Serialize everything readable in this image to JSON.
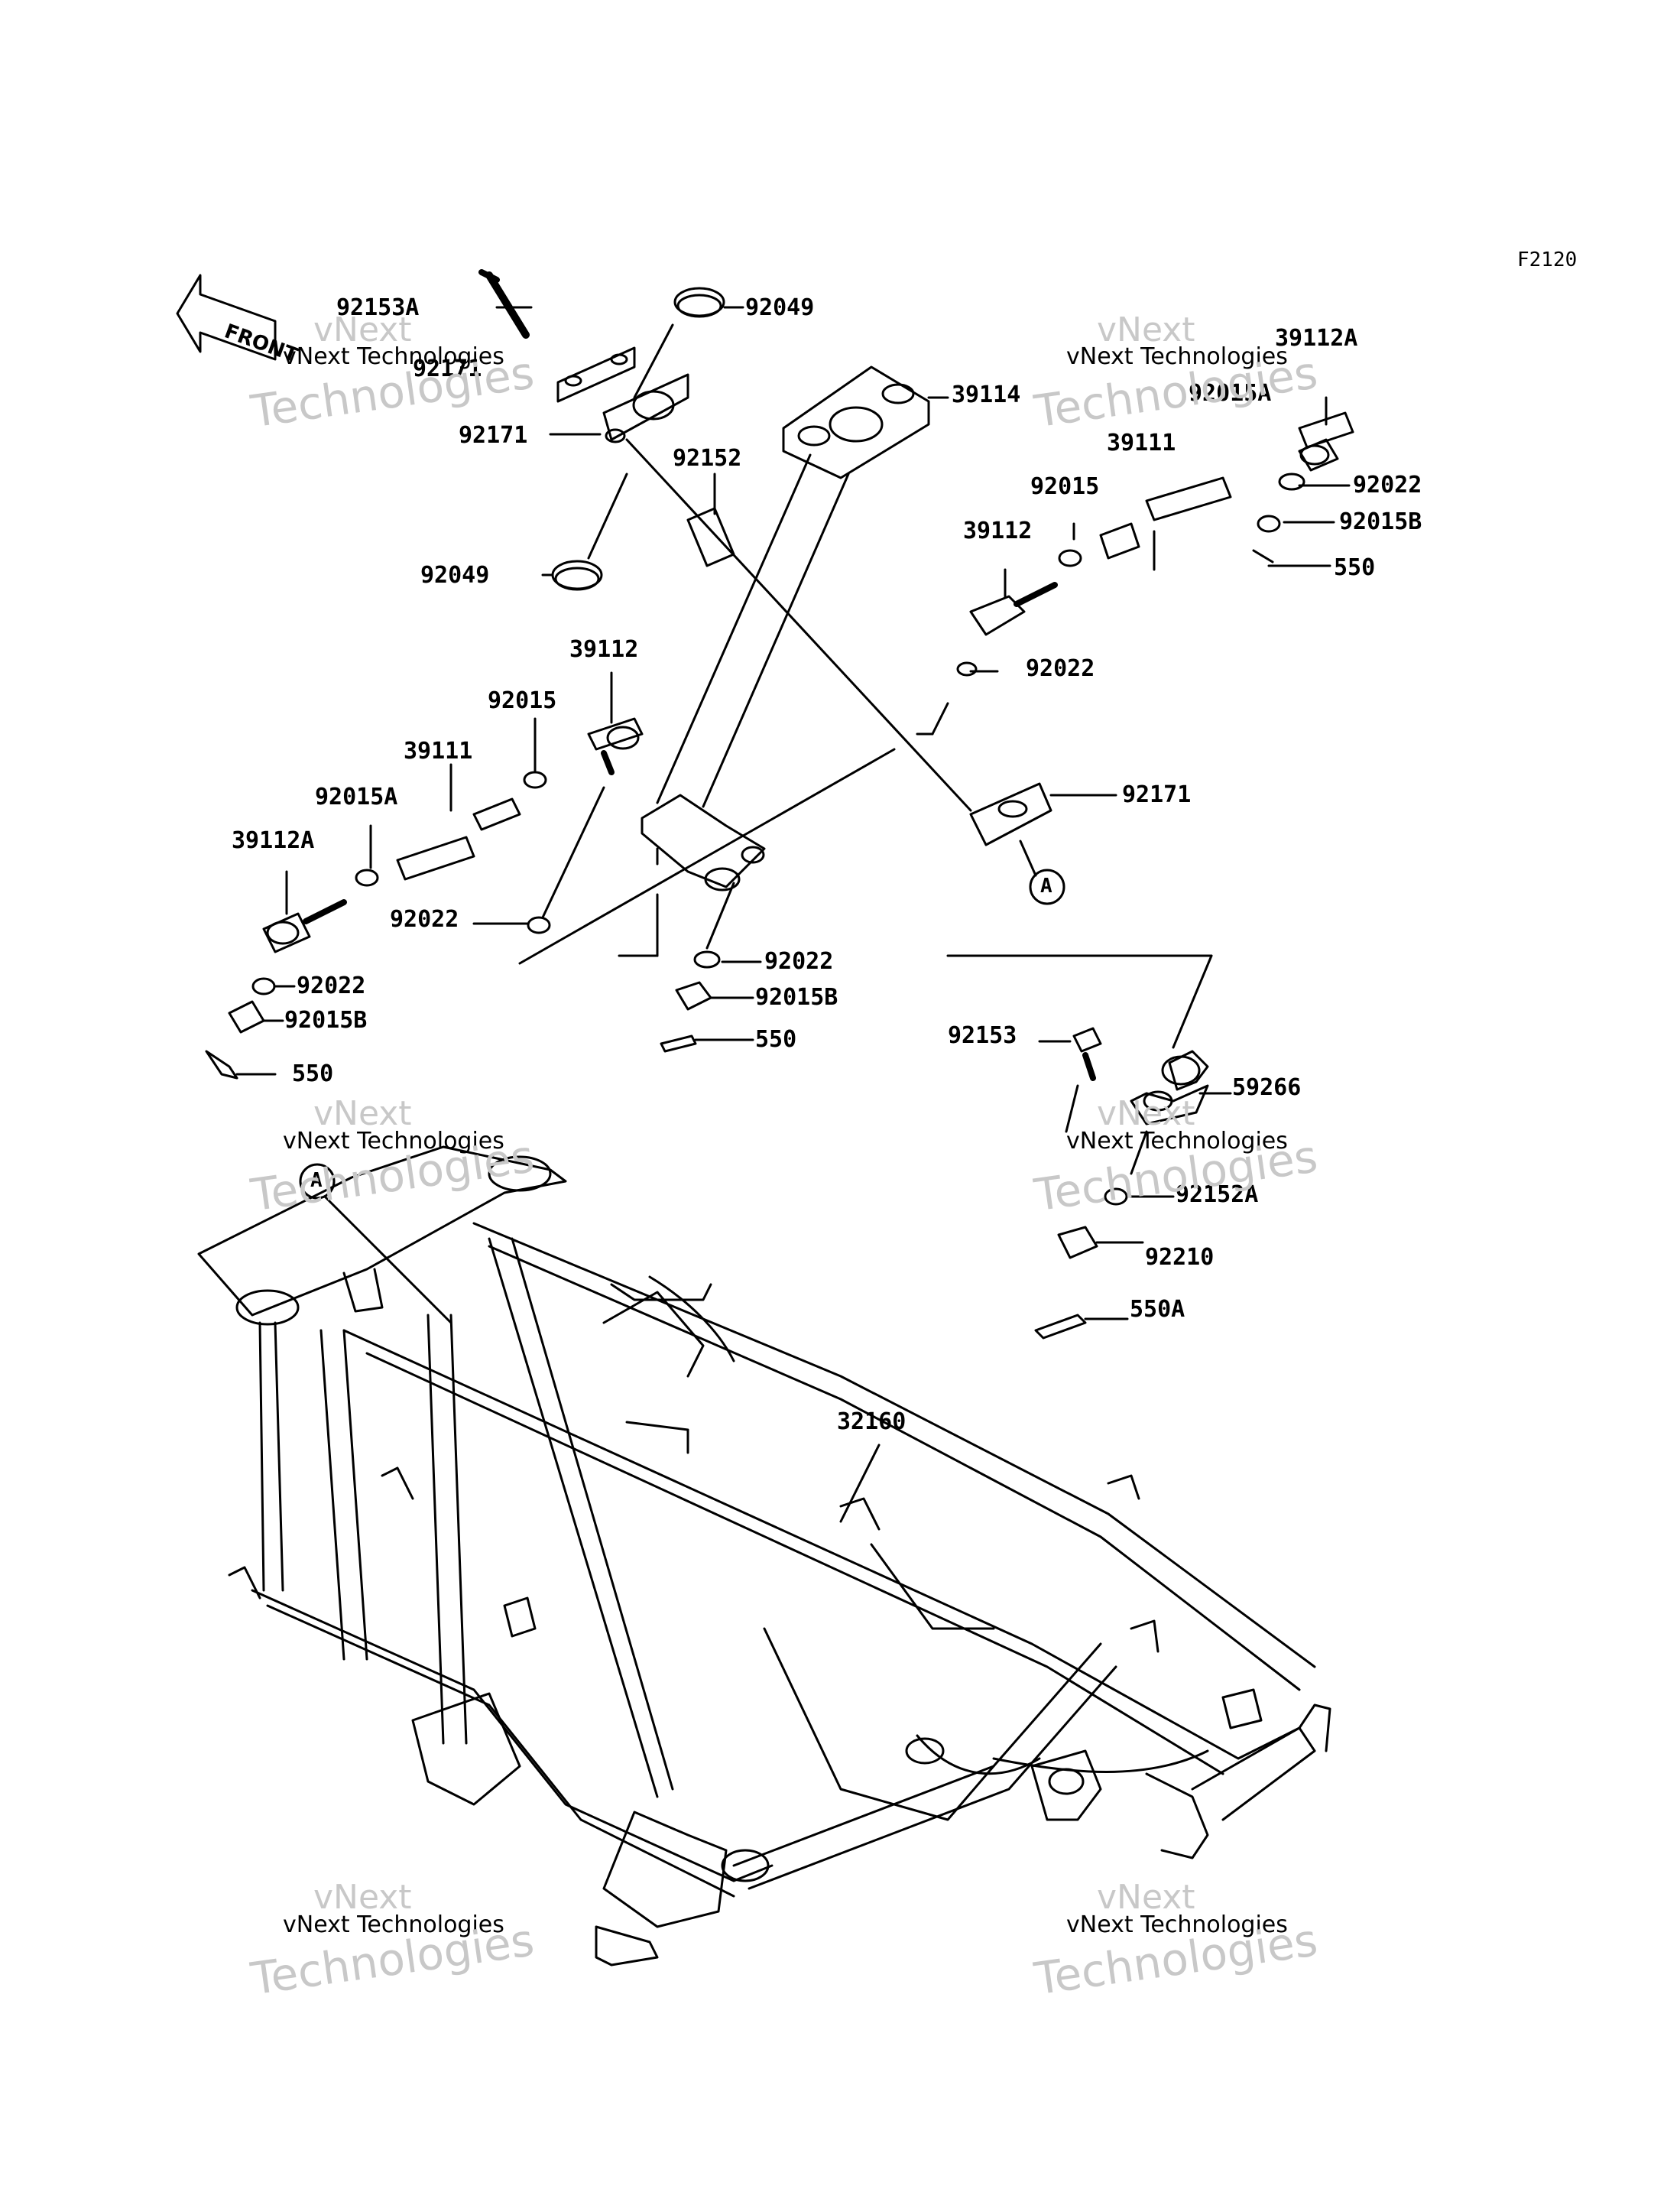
{
  "figure_id": "F2120",
  "front_label": "FRONT",
  "ref_mark": "A",
  "watermark": {
    "line1": "vNext",
    "line2": "Technologies",
    "full": "vNext Technologies"
  },
  "parts": [
    "92153A",
    "92049",
    "92171",
    "92171",
    "39114",
    "92152",
    "92049",
    "39112A",
    "92015A",
    "92022",
    "92015B",
    "550",
    "39111",
    "92015",
    "39112",
    "92022",
    "39112",
    "92015",
    "39111",
    "92015A",
    "39112A",
    "92022",
    "92022",
    "92015B",
    "550",
    "92171",
    "92022",
    "92015B",
    "550",
    "92153",
    "59266",
    "92152A",
    "92210",
    "550A",
    "32160"
  ]
}
